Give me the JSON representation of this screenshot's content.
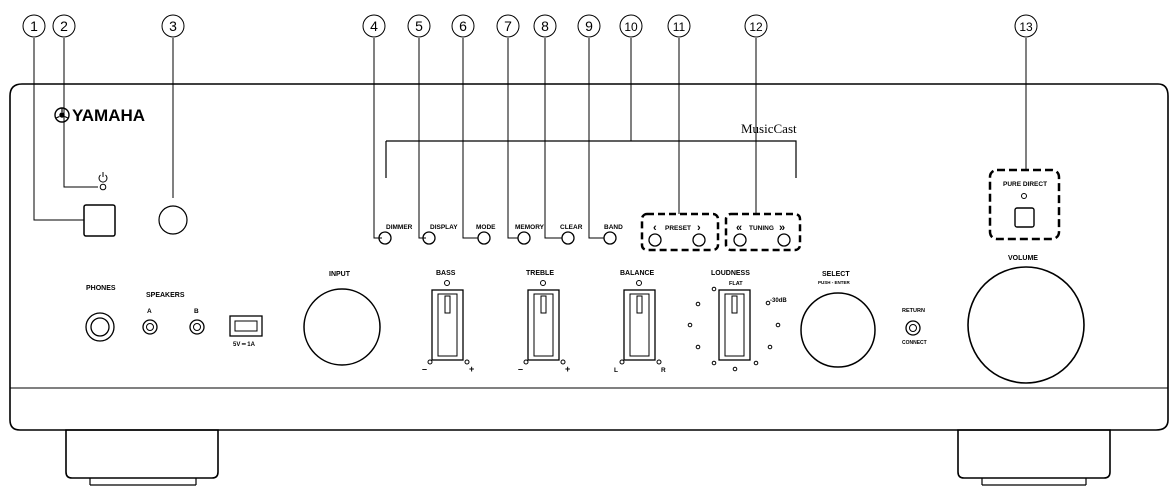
{
  "callouts": [
    "1",
    "2",
    "3",
    "4",
    "5",
    "6",
    "7",
    "8",
    "9",
    "10",
    "11",
    "12",
    "13"
  ],
  "brand": {
    "logo_text": "YAMAHA",
    "logo_icon": "tuning-fork-emblem-icon",
    "musiccast_text": "MusicCast"
  },
  "front_panel": {
    "power_icon": "power-icon",
    "buttons": {
      "dimmer": "DIMMER",
      "display": "DISPLAY",
      "mode": "MODE",
      "memory": "MEMORY",
      "clear": "CLEAR",
      "band": "BAND"
    },
    "preset": {
      "label": "PRESET",
      "left": "‹",
      "right": "›"
    },
    "tuning": {
      "label": "TUNING",
      "left": "«",
      "right": "»"
    },
    "pure_direct": "PURE DIRECT",
    "phones": "PHONES",
    "speakers": {
      "label": "SPEAKERS",
      "a": "A",
      "b": "B"
    },
    "usb": "5V ━ 1A",
    "input": "INPUT",
    "bass": {
      "label": "BASS",
      "minus": "–",
      "plus": "+"
    },
    "treble": {
      "label": "TREBLE",
      "minus": "–",
      "plus": "+"
    },
    "balance": {
      "label": "BALANCE",
      "left": "L",
      "right": "R"
    },
    "loudness": {
      "label": "LOUDNESS",
      "flat": "FLAT",
      "minus30": "-30dB"
    },
    "select": {
      "label": "SELECT",
      "sub": "PUSH - ENTER"
    },
    "return": {
      "label": "RETURN",
      "sub": "CONNECT"
    },
    "volume": "VOLUME"
  }
}
